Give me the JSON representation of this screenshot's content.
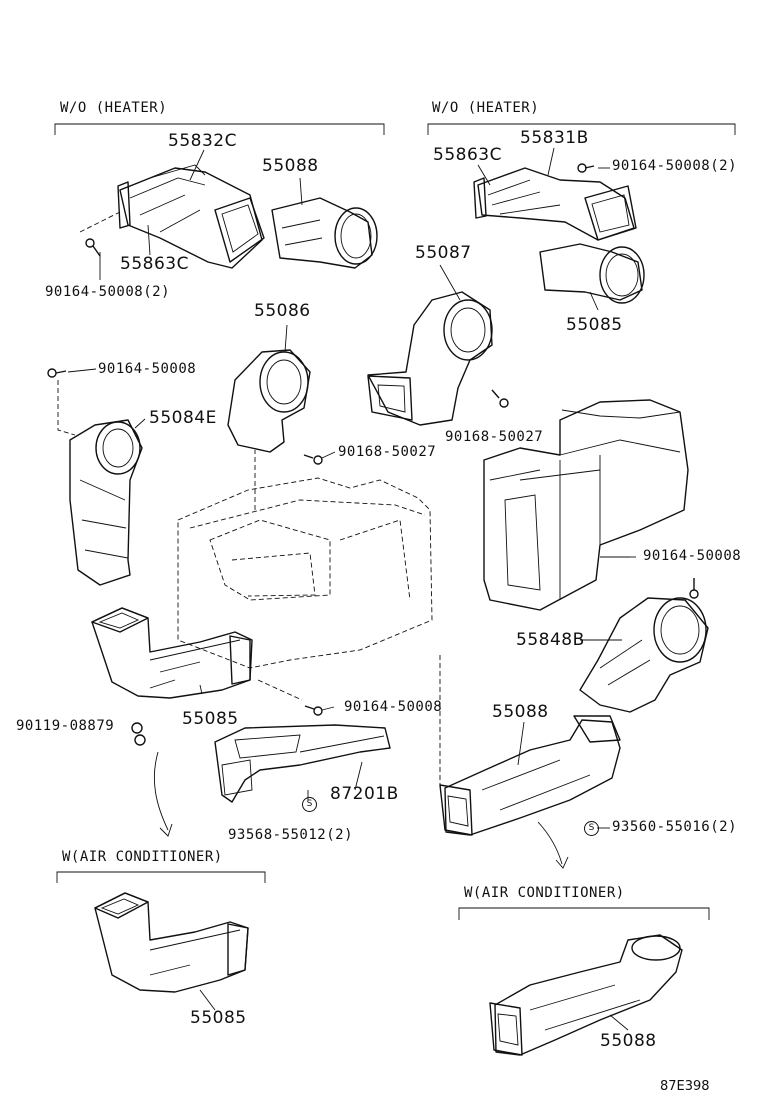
{
  "sections": {
    "wo_heater_left": "W/O (HEATER)",
    "wo_heater_right": "W/O (HEATER)",
    "w_ac_left": "W(AIR CONDITIONER)",
    "w_ac_right": "W(AIR CONDITIONER)"
  },
  "parts": {
    "p55832C": "55832C",
    "p55088_top": "55088",
    "p55863C_left": "55863C",
    "p90164_left_top": "90164-50008(2)",
    "p55831B": "55831B",
    "p55863C_right": "55863C",
    "p90164_right_top": "90164-50008(2)",
    "p55087": "55087",
    "p55085_top": "55085",
    "p55086": "55086",
    "p90164_mid_left": "90164-50008",
    "p55084E": "55084E",
    "p90168_mid": "90168-50027",
    "p90168_right": "90168-50027",
    "p90164_right_mid": "90164-50008",
    "p55848B": "55848B",
    "p90119": "90119-08879",
    "p55085_mid": "55085",
    "p90164_bottom": "90164-50008",
    "p55088_mid": "55088",
    "p87201B": "87201B",
    "p93568": "93568-55012(2)",
    "p93560": "93560-55016(2)",
    "p55085_bottom": "55085",
    "p55088_bottom": "55088"
  },
  "symbols": {
    "s_left": "S",
    "s_right": "S"
  },
  "figure_ref": "87E398"
}
